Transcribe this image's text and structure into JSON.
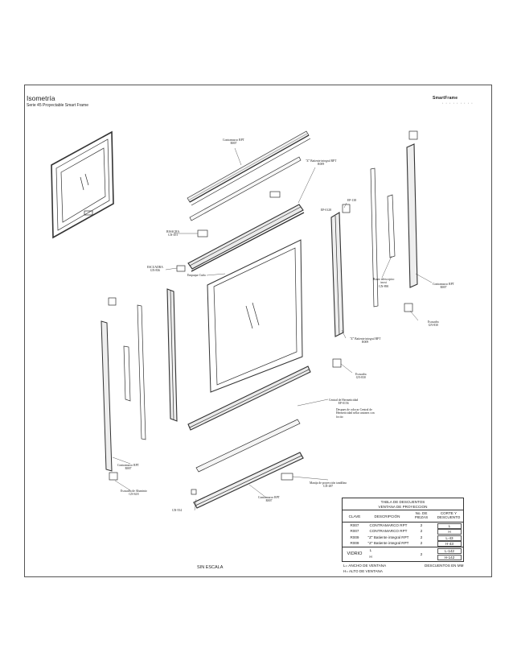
{
  "header": {
    "title": "Isometría",
    "subtitle": "Serie 45 Proyectable Smart Frame",
    "brand": "SmartFrame",
    "brand_tagline": "• • • • • • • • •"
  },
  "callouts": {
    "contramarco_top": "Contramarco RPT\nR007",
    "z_batiente_top": "\"Z\" Batiente integral RPT\nR009",
    "ep138": "EP-138",
    "ep0128": "EP-0128",
    "bisagra": "BISAGRA\nGN-451",
    "escuadra_gn836": "ESCUADRA\nGN-836",
    "empaque_cuna": "Empaque Cuña",
    "brazo": "Brazo telescopico\ninoxi\nGN-890",
    "contramarco_right": "Contramarco RPT\nR007",
    "escuadra_gn830": "Escuadra\nGN-830",
    "z_batiente_mid": "\"Z\" Batiente integral RPT\nR009",
    "escuadra_gn830b": "Escuadra\nGN-830",
    "central_title": "Central de Hermeticidad\nEP-0156",
    "central_note": "Despues de colocar Central de\nHermeticidad sellar uniones con\nfocito",
    "contramarco_left": "Contramarco RPT\nR007",
    "escuadra_aluminio": "Escuadra de Aluminio\nGN-618",
    "gn554": "GN-554",
    "manija": "Manija de proyección tandilino\nGN-487",
    "contramarco_bottom": "Contramarco RPT\nR007"
  },
  "scale_note": "SIN ESCALA",
  "table": {
    "title_line1": "TABLA DE DESCUENTOS",
    "title_line2": "VENTANA DE PROYECCION",
    "headers": [
      "CLAVE",
      "DESCRIPCIÓN",
      "No. DE\nPIEZAS",
      "CORTE Y\nDESCUENTO"
    ],
    "rows": [
      {
        "clave": "R007",
        "descripcion": "CONTRAMARCO RPT",
        "piezas": "2",
        "corte": "L"
      },
      {
        "clave": "R007",
        "descripcion": "CONTRAMARCO RPT",
        "piezas": "2",
        "corte": "H"
      },
      {
        "clave": "R009",
        "descripcion": "\"Z\" Batiente integral RPT",
        "piezas": "2",
        "corte": "L-43"
      },
      {
        "clave": "R009",
        "descripcion": "\"Z\" Batiente integral RPT",
        "piezas": "2",
        "corte": "H-43"
      }
    ],
    "vidrio": {
      "clave": "VIDRIO",
      "sub1": "L",
      "sub2": "H",
      "piezas": "2",
      "corte1": "L-142",
      "corte2": "H-142"
    },
    "foot_left1": "L= ANCHO DE VENTANA",
    "foot_left2": "H= ALTO DE VENTANA",
    "foot_right": "DESCUENTOS EN MM"
  }
}
